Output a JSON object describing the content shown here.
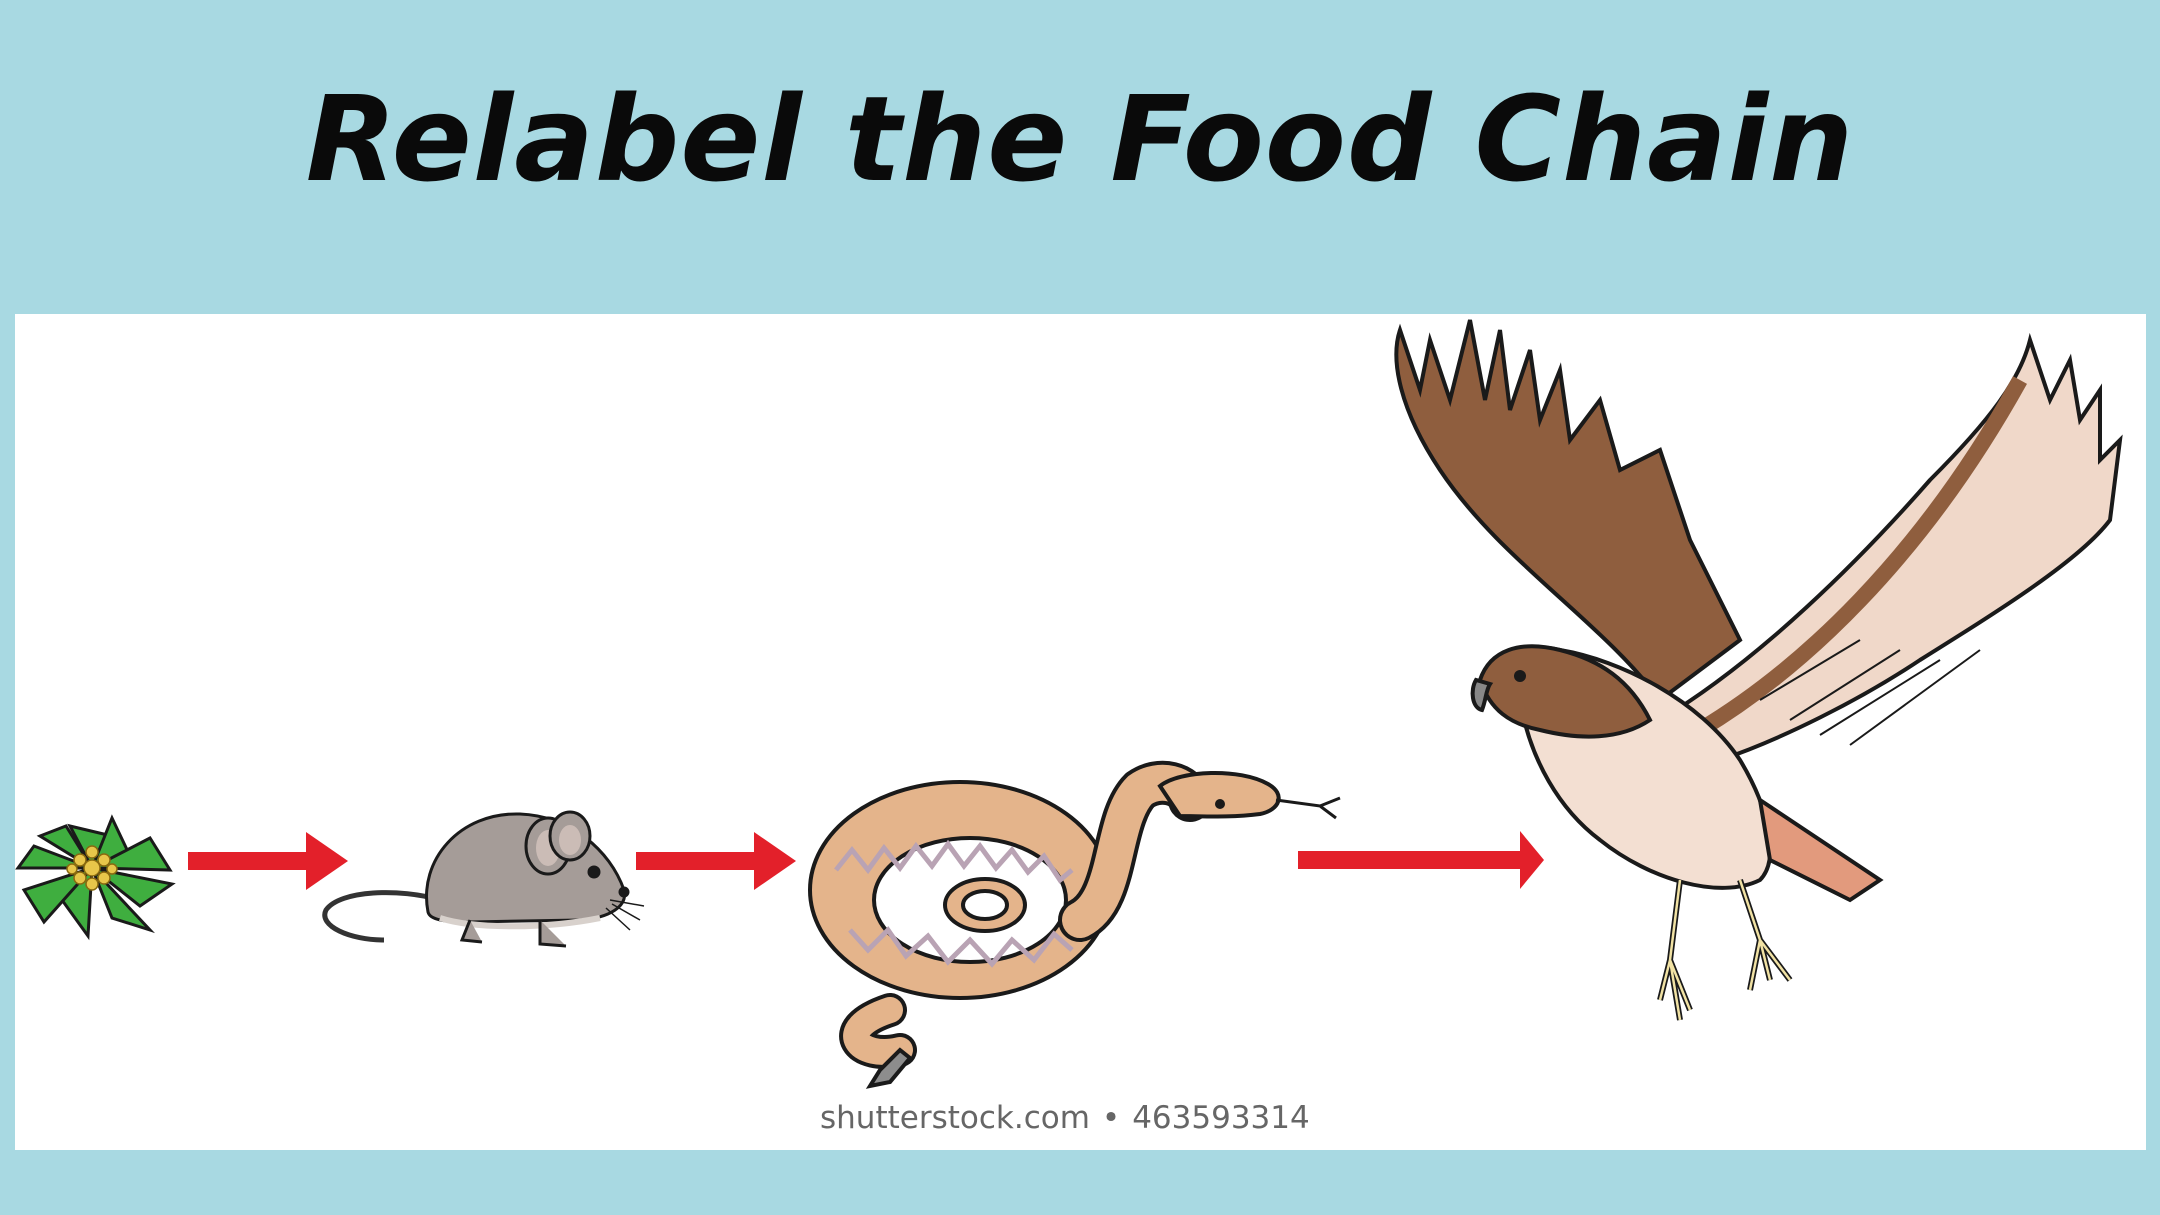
{
  "slide": {
    "title": "Relabel the Food Chain",
    "background_color": "#a8d9e2",
    "panel_color": "#ffffff"
  },
  "diagram": {
    "arrow_color": "#e3202a",
    "organisms": [
      "flower-icon",
      "mouse-icon",
      "snake-icon",
      "hawk-icon"
    ],
    "watermark": {
      "site": "shutterstock.com",
      "separator": "•",
      "image_number": "463593314"
    }
  }
}
